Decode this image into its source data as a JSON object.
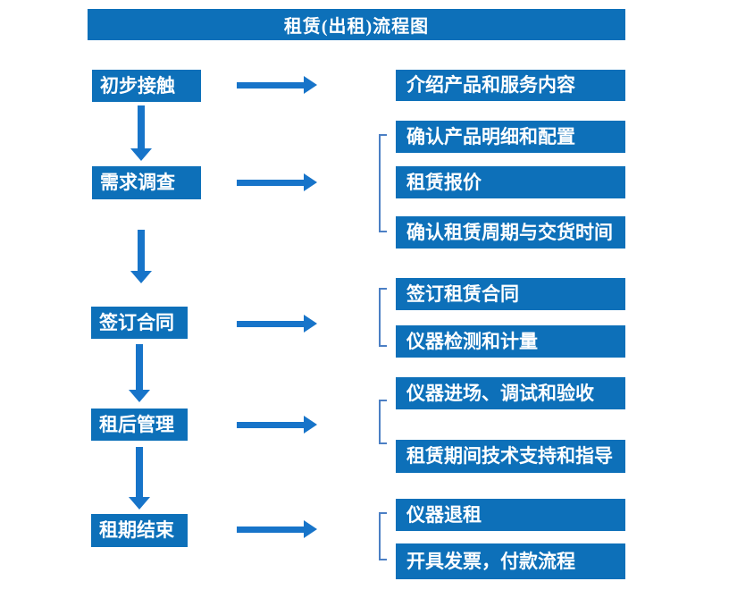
{
  "title": "租赁(出租)流程图",
  "colors": {
    "box_blue": "#0d70b9",
    "arrow_blue": "#1774c9",
    "bracket_blue": "#4b7fc4",
    "text_white": "#ffffff"
  },
  "stages": [
    {
      "label": "初步接触",
      "outputs": [
        "介绍产品和服务内容"
      ]
    },
    {
      "label": "需求调查",
      "outputs": [
        "确认产品明细和配置",
        "租赁报价",
        "确认租赁周期与交货时间"
      ]
    },
    {
      "label": "签订合同",
      "outputs": [
        "签订租赁合同",
        "仪器检测和计量"
      ]
    },
    {
      "label": "租后管理",
      "outputs": [
        "仪器进场、调试和验收",
        "租赁期间技术支持和指导"
      ]
    },
    {
      "label": "租期结束",
      "outputs": [
        "仪器退租",
        "开具发票，付款流程"
      ]
    }
  ]
}
